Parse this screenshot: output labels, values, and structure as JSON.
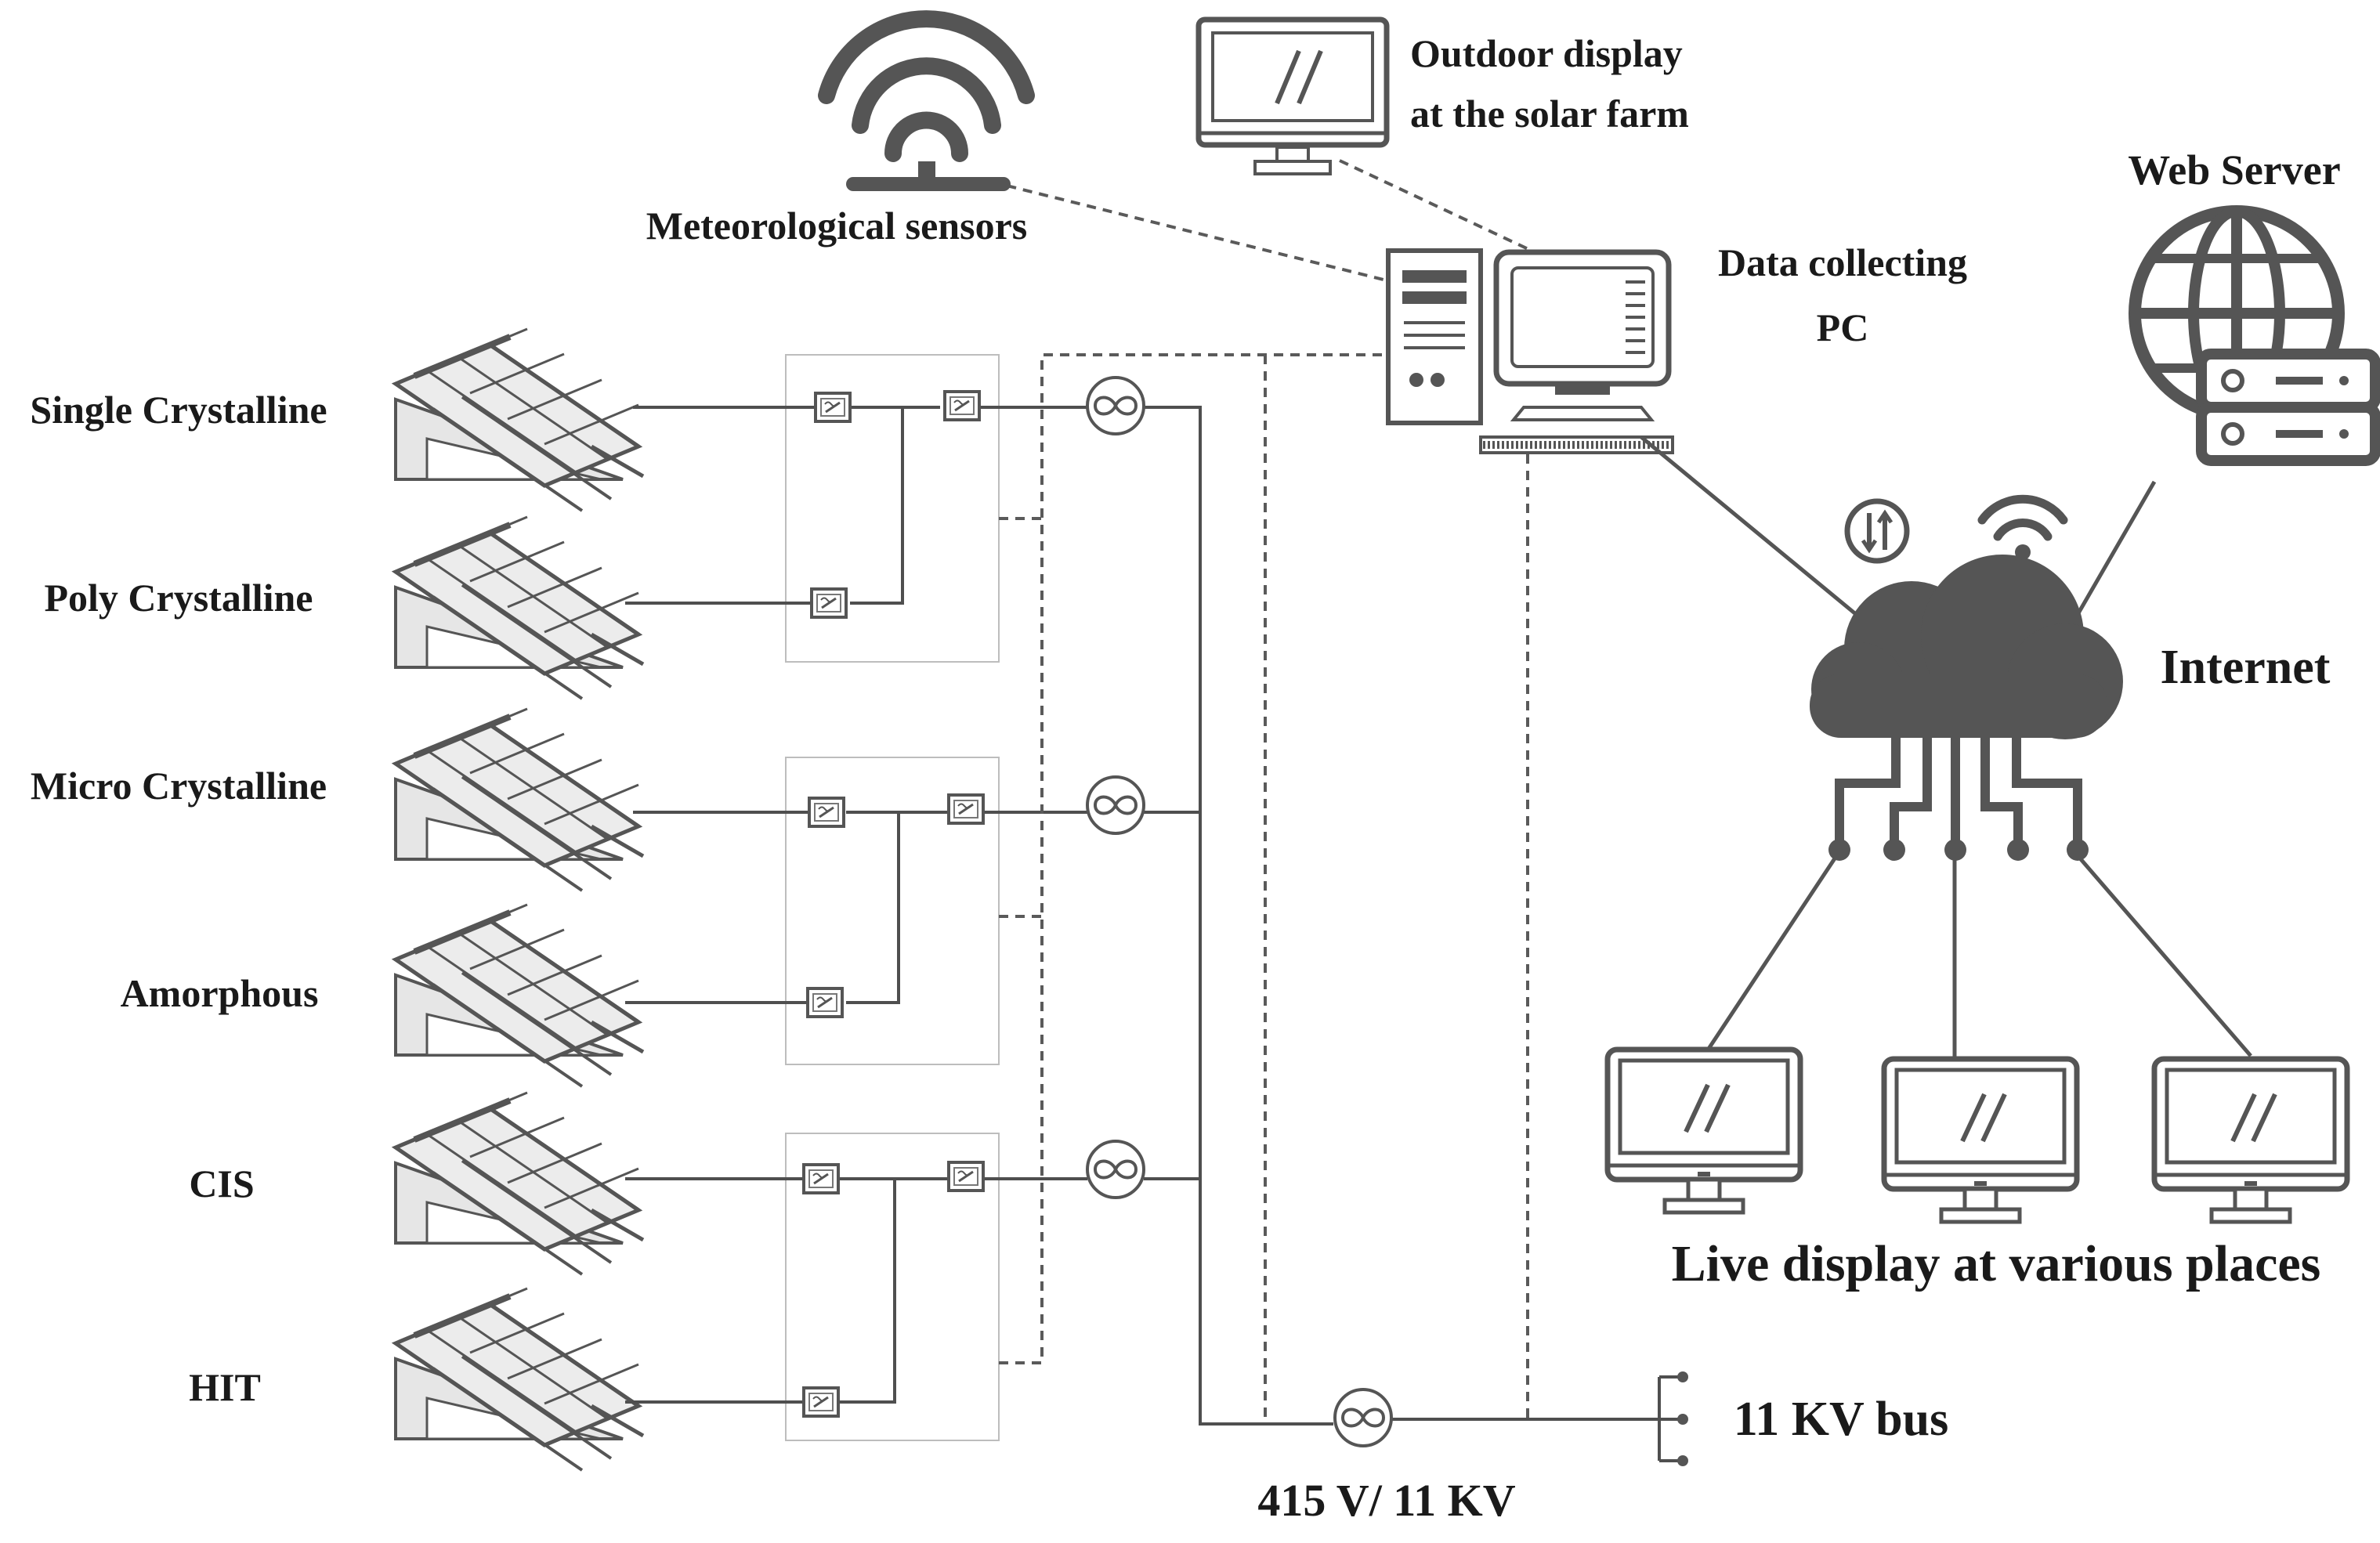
{
  "diagram": {
    "panels": [
      "Single Crystalline",
      "Poly Crystalline",
      "Micro Crystalline",
      "Amorphous",
      "CIS",
      "HIT"
    ],
    "meteorological_sensors": "Meteorological sensors",
    "outdoor_display": [
      "Outdoor display",
      "at the solar farm"
    ],
    "data_pc": [
      "Data collecting",
      "PC"
    ],
    "web_server": "Web Server",
    "internet": "Internet",
    "live_display": "Live display at various places",
    "transformer": "415 V/ 11 KV",
    "bus": "11 KV bus"
  },
  "colors": {
    "icon": "#555555",
    "line": "#4f4f4f",
    "box": "#bdbdbd",
    "text": "#1a1a1a"
  }
}
